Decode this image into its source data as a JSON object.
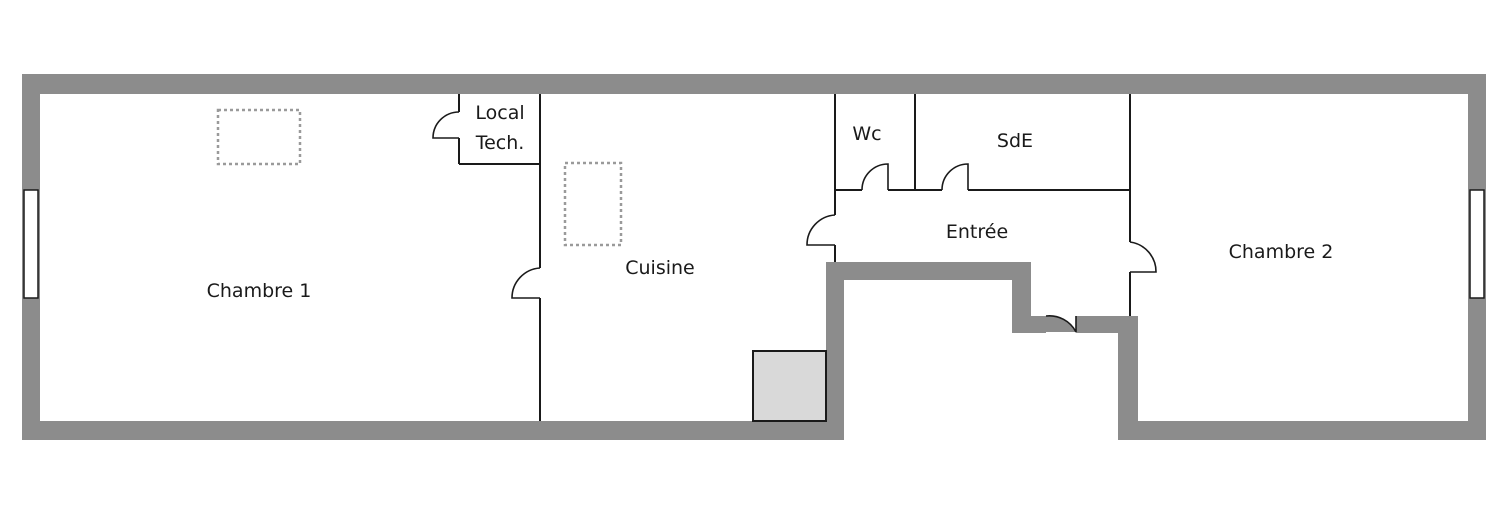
{
  "rooms": {
    "chambre1": "Chambre 1",
    "local_line1": "Local",
    "local_line2": "Tech.",
    "cuisine": "Cuisine",
    "wc": "Wc",
    "sde": "SdE",
    "entree": "Entrée",
    "chambre2": "Chambre 2"
  },
  "colors": {
    "wall": "#8c8c8c",
    "interior_line": "#1a1a1a",
    "skylight": "#9a9a9a",
    "storage_fill": "#d9d9d9"
  }
}
